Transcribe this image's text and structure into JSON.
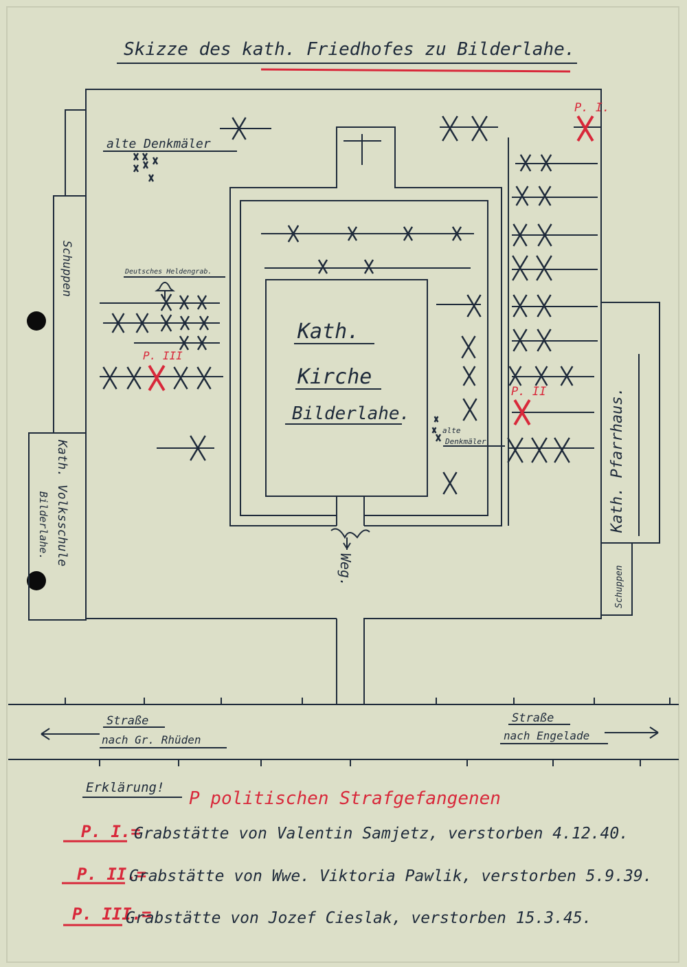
{
  "title": "Skizze des kath. Friedhofes zu Bilderlahe.",
  "labels": {
    "alte_denkmaeler_1": "alte Denkmäler",
    "schuppen_left": "Schuppen",
    "heldengrab": "Deutsches Heldengrab.",
    "p3_marker": "P. III",
    "volksschule_1": "Kath. Volksschule",
    "volksschule_2": "Bilderlahe.",
    "kirche_1": "Kath.",
    "kirche_2": "Kirche",
    "kirche_3": "Bilderlahe.",
    "alte_denkmaeler_2a": "alte",
    "alte_denkmaeler_2b": "Denkmäler",
    "weg": "Weg.",
    "p1_marker": "P. I.",
    "p2_marker": "P. II",
    "pfarrhaus": "Kath. Pfarrhaus.",
    "schuppen_right": "Schuppen",
    "strasse_left_1": "Straße",
    "strasse_left_2": "nach Gr. Rhüden",
    "strasse_right_1": "Straße",
    "strasse_right_2": "nach Engelade"
  },
  "legend": {
    "heading": "Erklärung!",
    "p_note": "P politischen Strafgefangenen",
    "entries": [
      {
        "marker": "P. I.=",
        "text": "Grabstätte von Valentin Samjetz, verstorben 4.12.40."
      },
      {
        "marker": "P. II.=",
        "text": "Grabstätte von Wwe. Viktoria Pawlik, verstorben 5.9.39."
      },
      {
        "marker": "P. III.=",
        "text": "Grabstätte von Jozef Cieslak, verstorben 15.3.45."
      }
    ]
  },
  "colors": {
    "paper": "#dcdfc8",
    "ink": "#1e2a3a",
    "red": "#d8283a"
  }
}
